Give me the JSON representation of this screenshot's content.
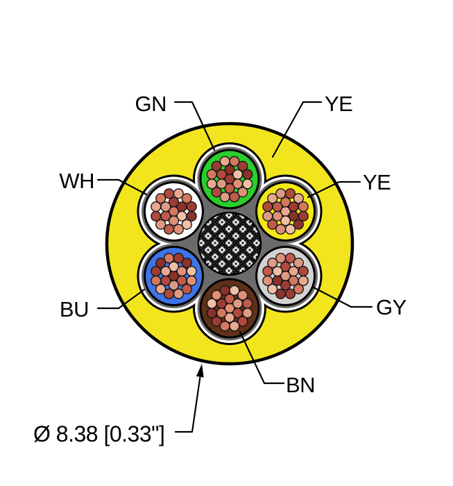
{
  "diagram": {
    "name": "multi-conductor cable cross-section",
    "dimension_label": "Ø 8.38 [0.33\"]",
    "jacket": {
      "code": "YE",
      "color": "#F2E51E",
      "outline_color": "#000000"
    },
    "filler_color": "#6B6B6B",
    "wrap_color": "#FFFFFF",
    "shield": {
      "name": "braided-shield-filler",
      "background": "#D2D2D2",
      "weave_color": "#0B0B0B"
    },
    "conductors": [
      {
        "code": "GN",
        "name": "green",
        "color": "#2BCE2B"
      },
      {
        "code": "YE",
        "name": "yellow",
        "color": "#F4E818"
      },
      {
        "code": "GY",
        "name": "gray",
        "color": "#D2D2D2"
      },
      {
        "code": "BN",
        "name": "brown",
        "color": "#5E3118"
      },
      {
        "code": "BU",
        "name": "blue",
        "color": "#3E74E6"
      },
      {
        "code": "WH",
        "name": "white",
        "color": "#FFFFFF"
      }
    ],
    "strands_per_conductor": 19,
    "strand_palette": [
      "#9E3C34",
      "#C05A4A",
      "#D47860",
      "#E19078",
      "#EAA88E",
      "#F0BFA6",
      "#B04A3E",
      "#8A322A",
      "#DD9A84"
    ],
    "strand_outline": "#151515",
    "labels": {
      "gn": "GN",
      "ye_jacket": "YE",
      "wh": "WH",
      "ye_core": "YE",
      "bu": "BU",
      "gy": "GY",
      "bn": "BN"
    }
  }
}
